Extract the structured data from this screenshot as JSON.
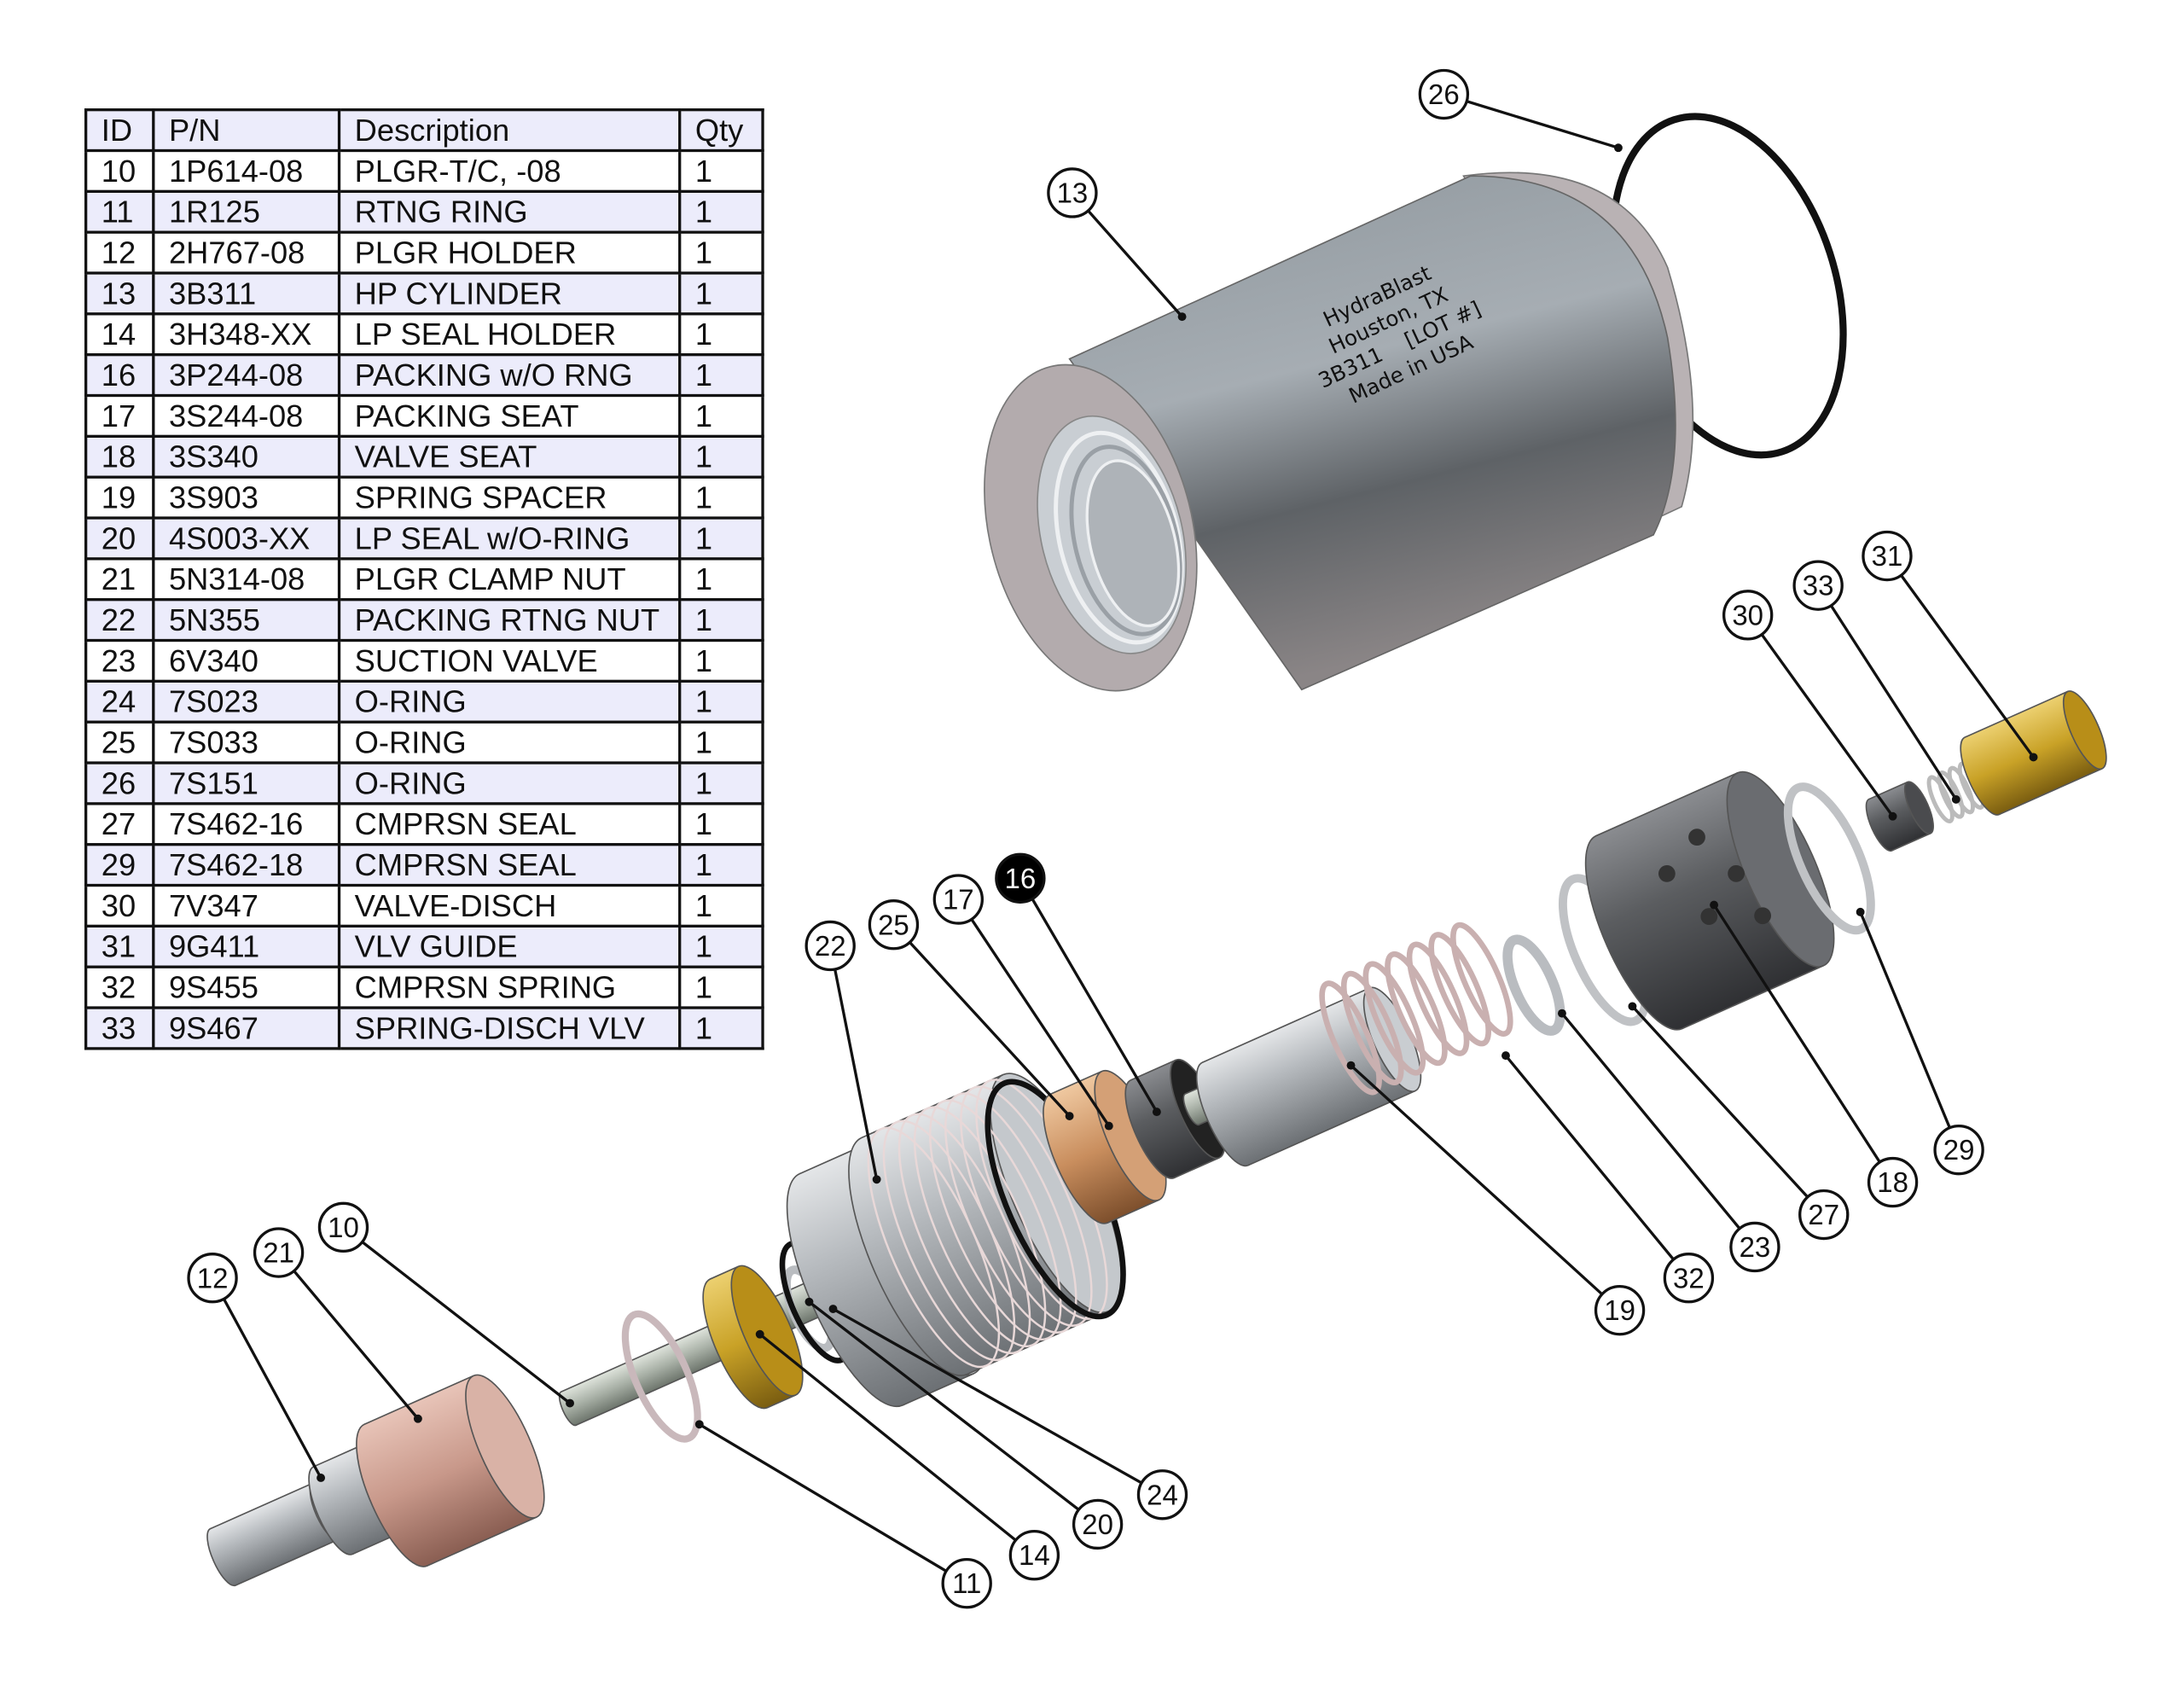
{
  "bom_table": {
    "headers": [
      "ID",
      "P/N",
      "Description",
      "Qty"
    ],
    "rows": [
      [
        "10",
        "1P614-08",
        "PLGR-T/C, -08",
        "1"
      ],
      [
        "11",
        "1R125",
        "RTNG RING",
        "1"
      ],
      [
        "12",
        "2H767-08",
        "PLGR HOLDER",
        "1"
      ],
      [
        "13",
        "3B311",
        "HP CYLINDER",
        "1"
      ],
      [
        "14",
        "3H348-XX",
        "LP SEAL HOLDER",
        "1"
      ],
      [
        "16",
        "3P244-08",
        "PACKING w/O RNG",
        "1"
      ],
      [
        "17",
        "3S244-08",
        "PACKING SEAT",
        "1"
      ],
      [
        "18",
        "3S340",
        "VALVE SEAT",
        "1"
      ],
      [
        "19",
        "3S903",
        "SPRING SPACER",
        "1"
      ],
      [
        "20",
        "4S003-XX",
        "LP SEAL w/O-RING",
        "1"
      ],
      [
        "21",
        "5N314-08",
        "PLGR CLAMP NUT",
        "1"
      ],
      [
        "22",
        "5N355",
        "PACKING RTNG NUT",
        "1"
      ],
      [
        "23",
        "6V340",
        "SUCTION VALVE",
        "1"
      ],
      [
        "24",
        "7S023",
        "O-RING",
        "1"
      ],
      [
        "25",
        "7S033",
        "O-RING",
        "1"
      ],
      [
        "26",
        "7S151",
        "O-RING",
        "1"
      ],
      [
        "27",
        "7S462-16",
        "CMPRSN SEAL",
        "1"
      ],
      [
        "29",
        "7S462-18",
        "CMPRSN SEAL",
        "1"
      ],
      [
        "30",
        "7V347",
        "VALVE-DISCH",
        "1"
      ],
      [
        "31",
        "9G411",
        "VLV GUIDE",
        "1"
      ],
      [
        "32",
        "9S455",
        "CMPRSN SPRING",
        "1"
      ],
      [
        "33",
        "9S467",
        "SPRING-DISCH VLV",
        "1"
      ]
    ]
  },
  "cylinder_marking": [
    "HydraBlast",
    "Houston, TX",
    "3B311    [LOT #]",
    "Made in USA"
  ],
  "callouts": [
    "26",
    "13",
    "31",
    "33",
    "30",
    "16",
    "17",
    "25",
    "22",
    "29",
    "18",
    "27",
    "23",
    "32",
    "19",
    "10",
    "21",
    "12",
    "24",
    "20",
    "14",
    "11"
  ],
  "highlighted_callout": "16",
  "colors": {
    "table_header": "#ececfb",
    "steel": "#a9aeb3",
    "brass": "#c9a227",
    "bronze": "#c98e5e",
    "copper": "#c8988a",
    "dark_steel": "#5b5d60"
  }
}
